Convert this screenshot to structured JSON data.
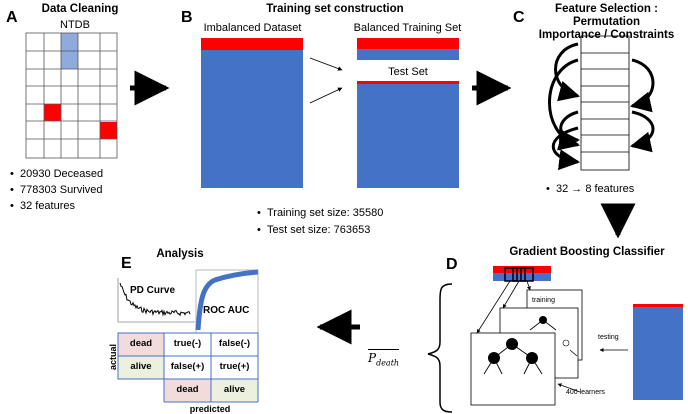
{
  "panelA": {
    "letter": "A",
    "title": "Data Cleaning",
    "grid_label": "NTDB",
    "bullets": [
      "20930 Deceased",
      "778303 Survived",
      "32 features"
    ]
  },
  "panelB": {
    "letter": "B",
    "title": "Training set construction",
    "imbalanced_label": "Imbalanced Dataset",
    "balanced_label": "Balanced Training Set",
    "test_label": "Test Set",
    "bullets": [
      "Training set size: 35580",
      "Test set size: 763653"
    ]
  },
  "panelC": {
    "letter": "C",
    "title_line1": "Feature Selection : Permutation",
    "title_line2": "Importance / Constraints",
    "bullet": "32 → 8 features"
  },
  "panelD": {
    "letter": "D",
    "title": "Gradient Boosting Classifier",
    "training_label": "training",
    "testing_label": "testing",
    "learners_label": "400 learners",
    "output_label": "P",
    "output_subscript": "death"
  },
  "panelE": {
    "letter": "E",
    "title": "Analysis",
    "pd_label": "PD Curve",
    "roc_label": "ROC AUC",
    "confusion": {
      "row_axis": "actual",
      "col_axis": "predicted",
      "rows": [
        {
          "label": "dead",
          "cells": [
            "true(-)",
            "false(-)"
          ]
        },
        {
          "label": "alive",
          "cells": [
            "false(+)",
            "true(+)"
          ]
        }
      ],
      "col_labels": [
        "dead",
        "alive"
      ]
    }
  },
  "colors": {
    "blue": "#4472c4",
    "red": "#ff0000",
    "light_blue": "#8faadc",
    "pink": "#f2dcdb",
    "green": "#ebf1de",
    "roc": "#4472c4"
  }
}
